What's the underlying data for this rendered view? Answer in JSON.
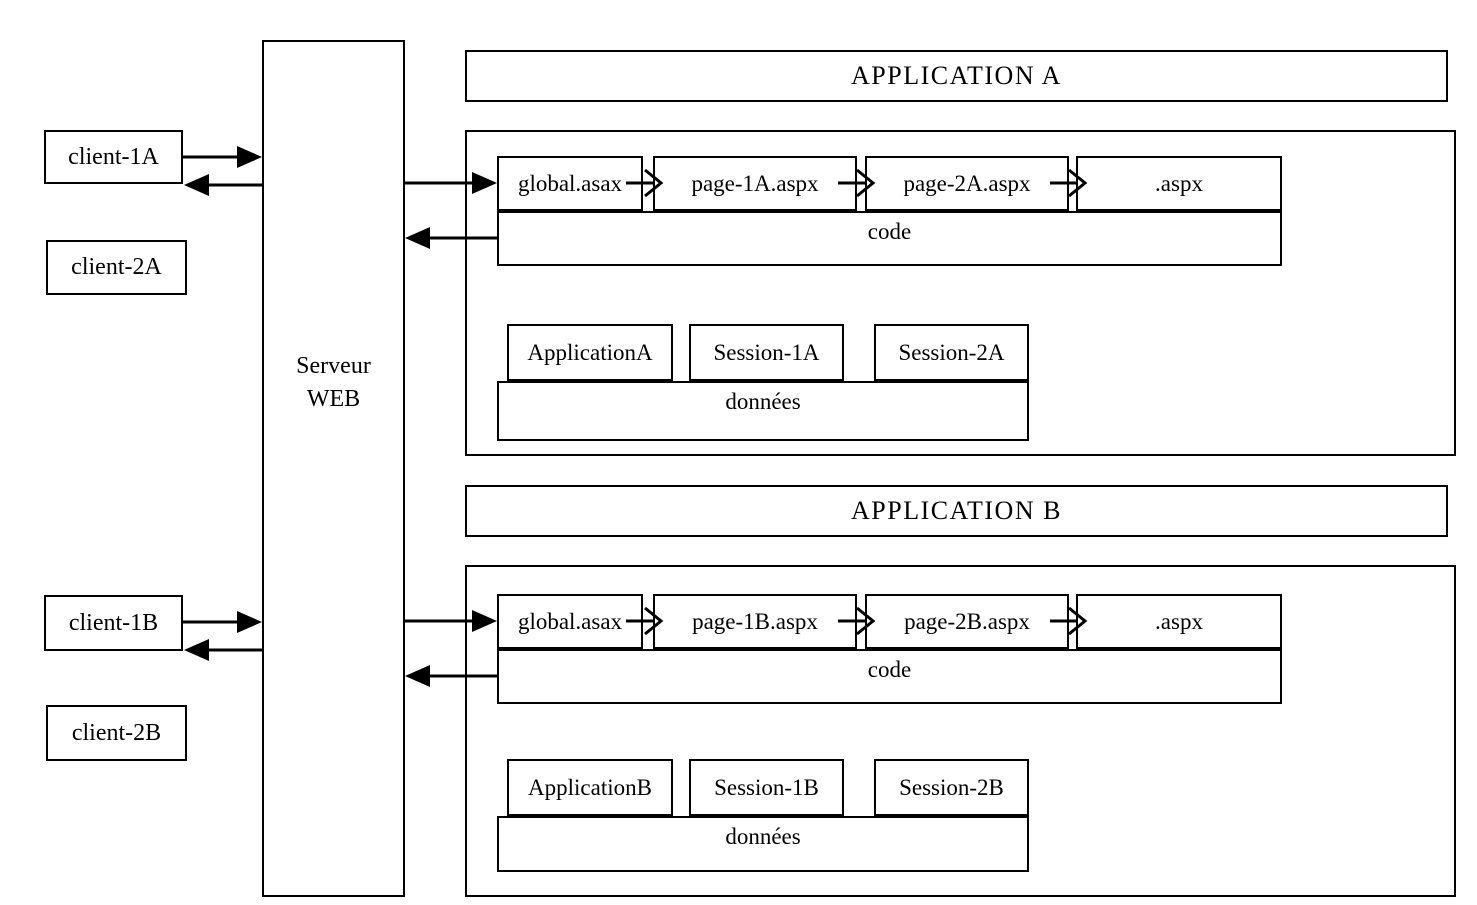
{
  "colors": {
    "line": "#000000",
    "background": "#ffffff"
  },
  "clients": [
    {
      "label": "client-1A"
    },
    {
      "label": "client-2A"
    },
    {
      "label": "client-1B"
    },
    {
      "label": "client-2B"
    }
  ],
  "server": {
    "line1": "Serveur",
    "line2": "WEB"
  },
  "apps": [
    {
      "title": "APPLICATION A",
      "pipeline": [
        "global.asax",
        "page-1A.aspx",
        "page-2A.aspx",
        ".aspx"
      ],
      "code": "code",
      "data_boxes": [
        "ApplicationA",
        "Session-1A",
        "Session-2A"
      ],
      "data_label": "données"
    },
    {
      "title": "APPLICATION B",
      "pipeline": [
        "global.asax",
        "page-1B.aspx",
        "page-2B.aspx",
        ".aspx"
      ],
      "code": "code",
      "data_boxes": [
        "ApplicationB",
        "Session-1B",
        "Session-2B"
      ],
      "data_label": "données"
    }
  ]
}
